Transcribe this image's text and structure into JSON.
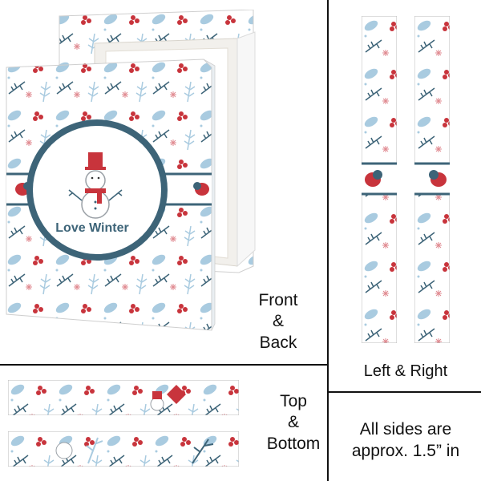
{
  "product": {
    "front_text": "Love Winter"
  },
  "labels": {
    "front_back": [
      "Front",
      "&",
      "Back"
    ],
    "left_right": "Left & Right",
    "top_bottom": [
      "Top",
      "&",
      "Bottom"
    ],
    "note": [
      "All sides are",
      "approx. 1.5” in"
    ]
  },
  "colors": {
    "navy": "#3d6478",
    "red": "#c8343c",
    "lightblue": "#a9cbe0",
    "grey": "#9aa0a6"
  }
}
